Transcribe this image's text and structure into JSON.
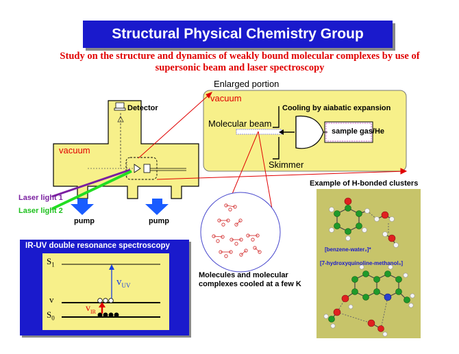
{
  "header": {
    "title": "Structural Physical Chemistry Group",
    "subtitle": "Study on the structure and dynamics of weakly bound molecular complexes by use of supersonic beam and laser spectroscopy"
  },
  "apparatus": {
    "detector_label": "Detector",
    "vacuum_label": "vacuum",
    "laser1_label": "Laser light 1",
    "laser2_label": "Laser light 2",
    "pump_label": "pump"
  },
  "enlarged": {
    "caption": "Enlarged portion",
    "vacuum_label": "vacuum",
    "cooling_label": "Cooling by aiabatic expansion",
    "beam_label": "Molecular beam",
    "sample_label": "sample gas/He",
    "skimmer_label": "Skimmer"
  },
  "molecules": {
    "caption_line1": "Molecules and molecular",
    "caption_line2": "complexes cooled at a few K"
  },
  "ir_uv": {
    "title": "IR-UV double resonance spectroscopy",
    "s1_main": "S",
    "s1_sub": "1",
    "v_label": "v",
    "s0_main": "S",
    "s0_sub": "0",
    "nu_uv_main": "v",
    "nu_uv_sub": "UV",
    "nu_ir_main": "v",
    "nu_ir_sub": "IR"
  },
  "clusters": {
    "heading": "Example of H-bonded clusters",
    "label1": "[benzene-water₂]*",
    "label2": "[7-hydroxyquinoline-methanol₃]"
  },
  "colors": {
    "banner": "#1a1acc",
    "accent_red": "#e00000",
    "chamber": "#f7f08a",
    "pump_arrow": "#1a5cff",
    "laser1": "#7a1fa0",
    "laser2": "#22dd22"
  }
}
